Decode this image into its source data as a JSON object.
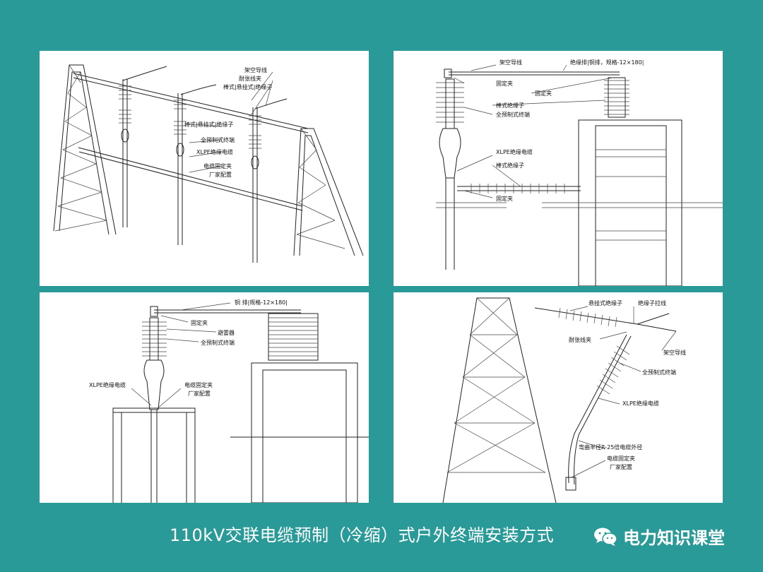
{
  "panel1": {
    "labels": [
      "架空导线",
      "耐张线夹",
      "棒式|悬挂式|绝缘子",
      "棒式|悬挂式|绝缘子",
      "全预制式终端",
      "XLPE绝缘电缆",
      "电缆固定夹",
      "厂家配置"
    ]
  },
  "panel2": {
    "labels": [
      "架空导线",
      "绝缘排|铜排，规格-12×180|",
      "固定夹",
      "固定夹",
      "棒式绝缘子",
      "全预制式终端",
      "XLPE绝缘电缆",
      "棒式绝缘子",
      "固定夹"
    ]
  },
  "panel3": {
    "labels": [
      "铜 排|规格-12×180|",
      "固定夹",
      "避雷器",
      "全预制式终端",
      "XLPE绝缘电缆",
      "电缆固定夹",
      "厂家配置"
    ]
  },
  "panel4": {
    "labels": [
      "悬挂式绝缘子",
      "绝缘子拉线",
      "耐张线夹",
      "架空导线",
      "全预制式终端",
      "XLPE绝缘电缆",
      "弯曲半径R-25倍电缆外径",
      "电缆固定夹",
      "厂家配置"
    ]
  },
  "caption": "110kV交联电缆预制（冷缩）式户外终端安装方式",
  "brand": {
    "name": "电力知识课堂",
    "icon": "wechat-icon"
  }
}
